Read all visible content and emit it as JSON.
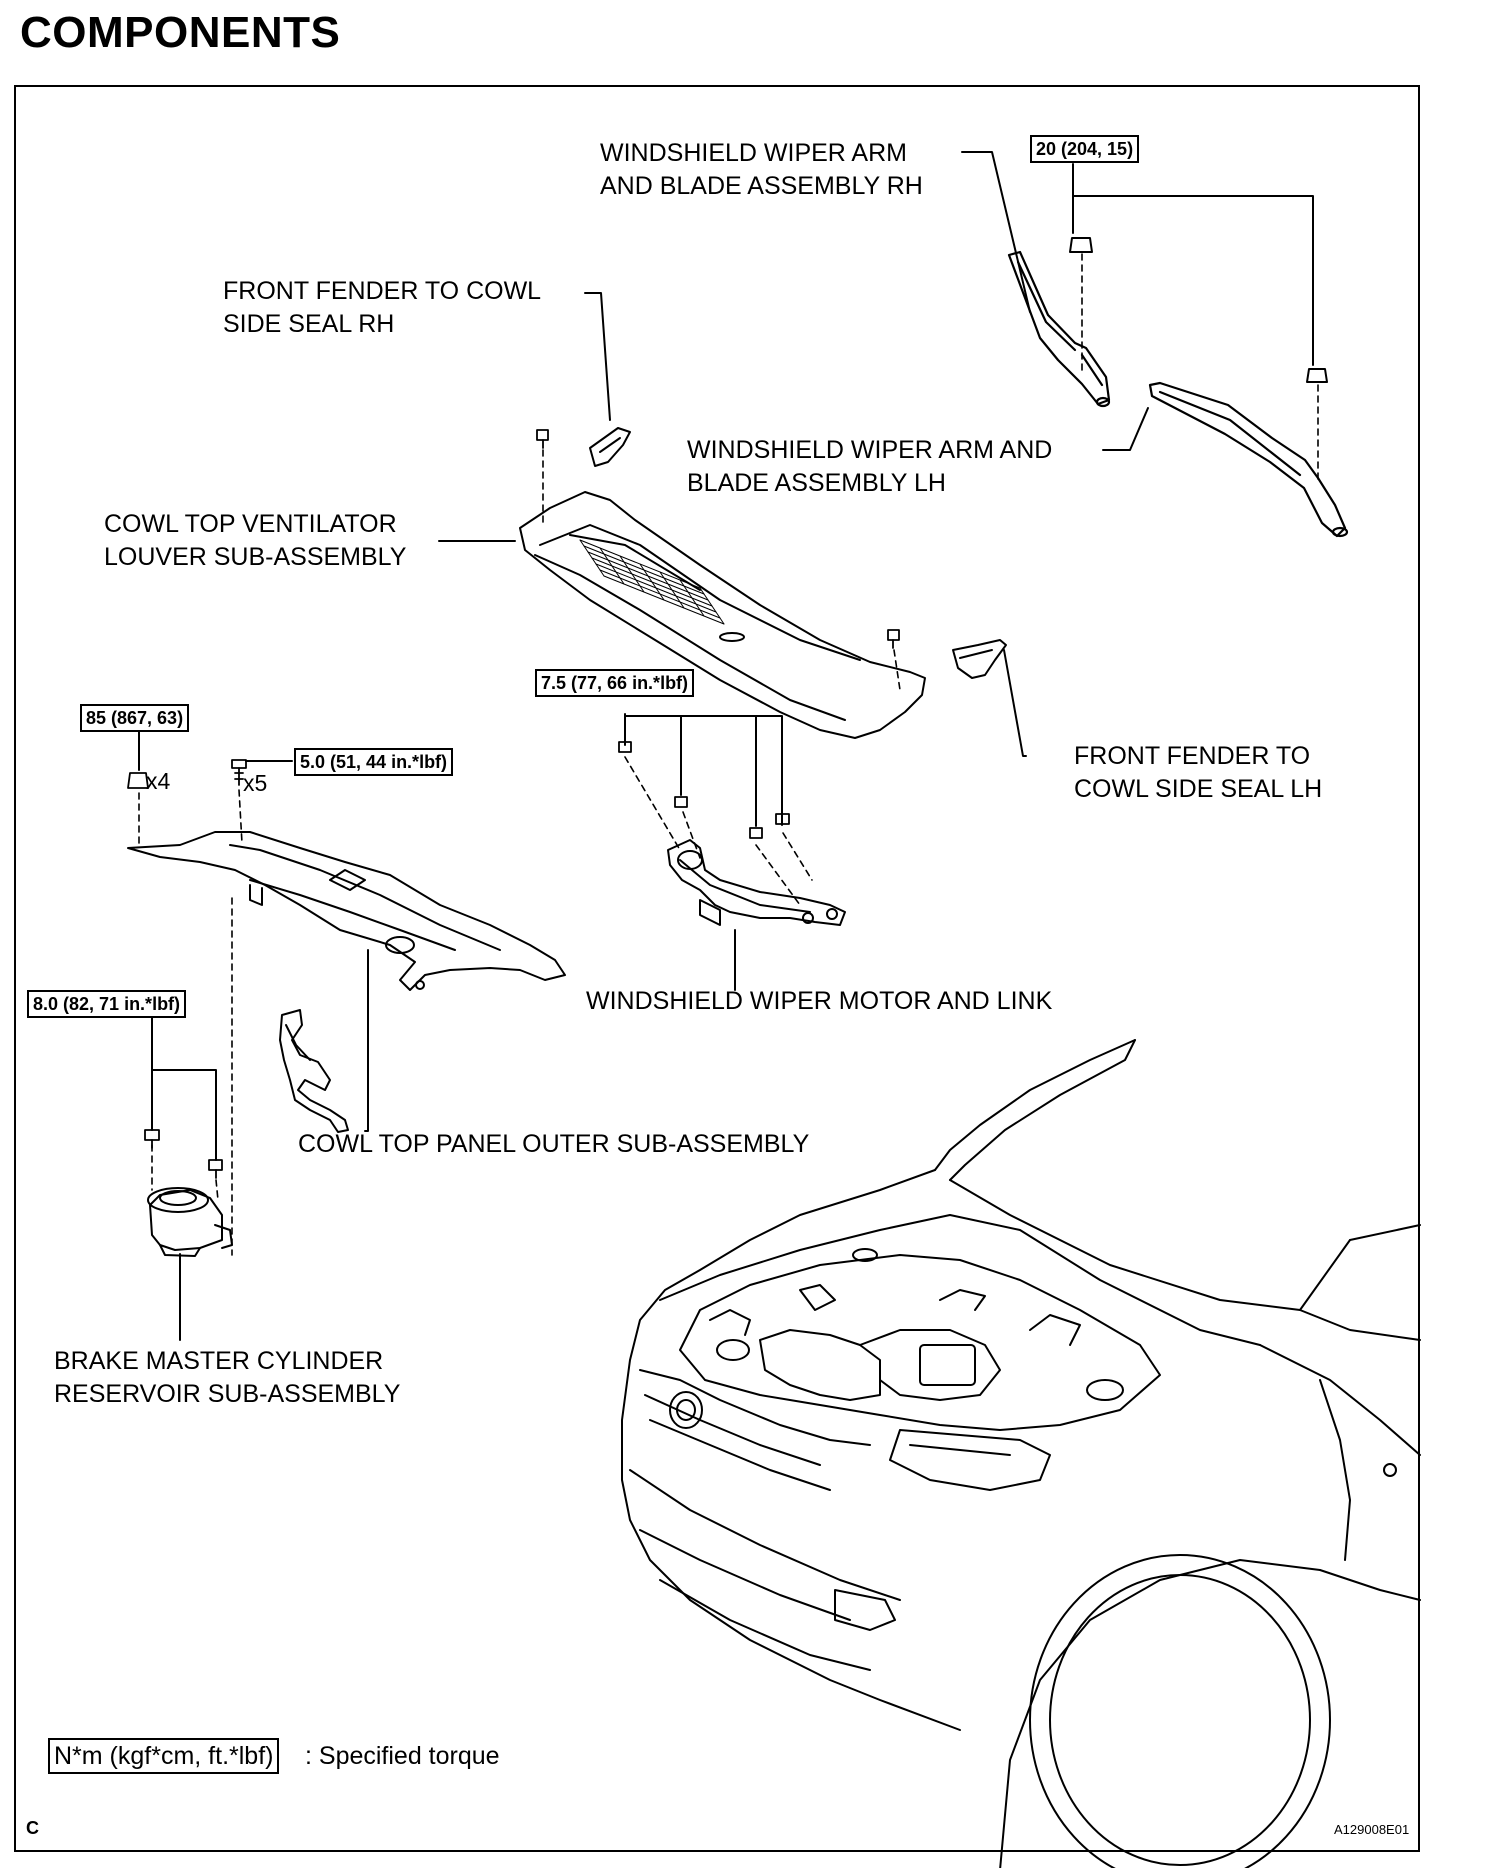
{
  "page": {
    "title": "COMPONENTS",
    "corner_letter": "C",
    "figure_id": "A129008E01"
  },
  "labels": {
    "wiper_arm_rh": [
      "WINDSHIELD  WIPER ARM",
      "AND BLADE ASSEMBLY RH"
    ],
    "fender_seal_rh": [
      "FRONT FENDER TO COWL",
      "SIDE SEAL RH"
    ],
    "wiper_arm_lh": [
      "WINDSHIELD  WIPER ARM AND",
      "BLADE ASSEMBLY LH"
    ],
    "louver": [
      "COWL TOP VENTILATOR",
      "LOUVER SUB-ASSEMBLY"
    ],
    "fender_seal_lh": [
      "FRONT FENDER TO",
      "COWL SIDE SEAL LH"
    ],
    "wiper_motor": [
      "WINDSHIELD WIPER MOTOR AND LINK"
    ],
    "cowl_panel": [
      "COWL TOP PANEL OUTER SUB-ASSEMBLY"
    ],
    "reservoir": [
      "BRAKE MASTER CYLINDER",
      "RESERVOIR SUB-ASSEMBLY"
    ]
  },
  "torques": {
    "wiper_arm_nut": "20 (204, 15)",
    "wiper_motor_bolt": "7.5 (77, 66 in.*lbf)",
    "cowl_nut": "85 (867, 63)",
    "cowl_bolt": "5.0 (51, 44 in.*lbf)",
    "reservoir_bolt": "8.0 (82, 71 in.*lbf)"
  },
  "quantities": {
    "cowl_nut_qty": "x4",
    "cowl_bolt_qty": "x5"
  },
  "legend": {
    "unit": "N*m (kgf*cm, ft.*lbf)",
    "description": ": Specified torque"
  }
}
